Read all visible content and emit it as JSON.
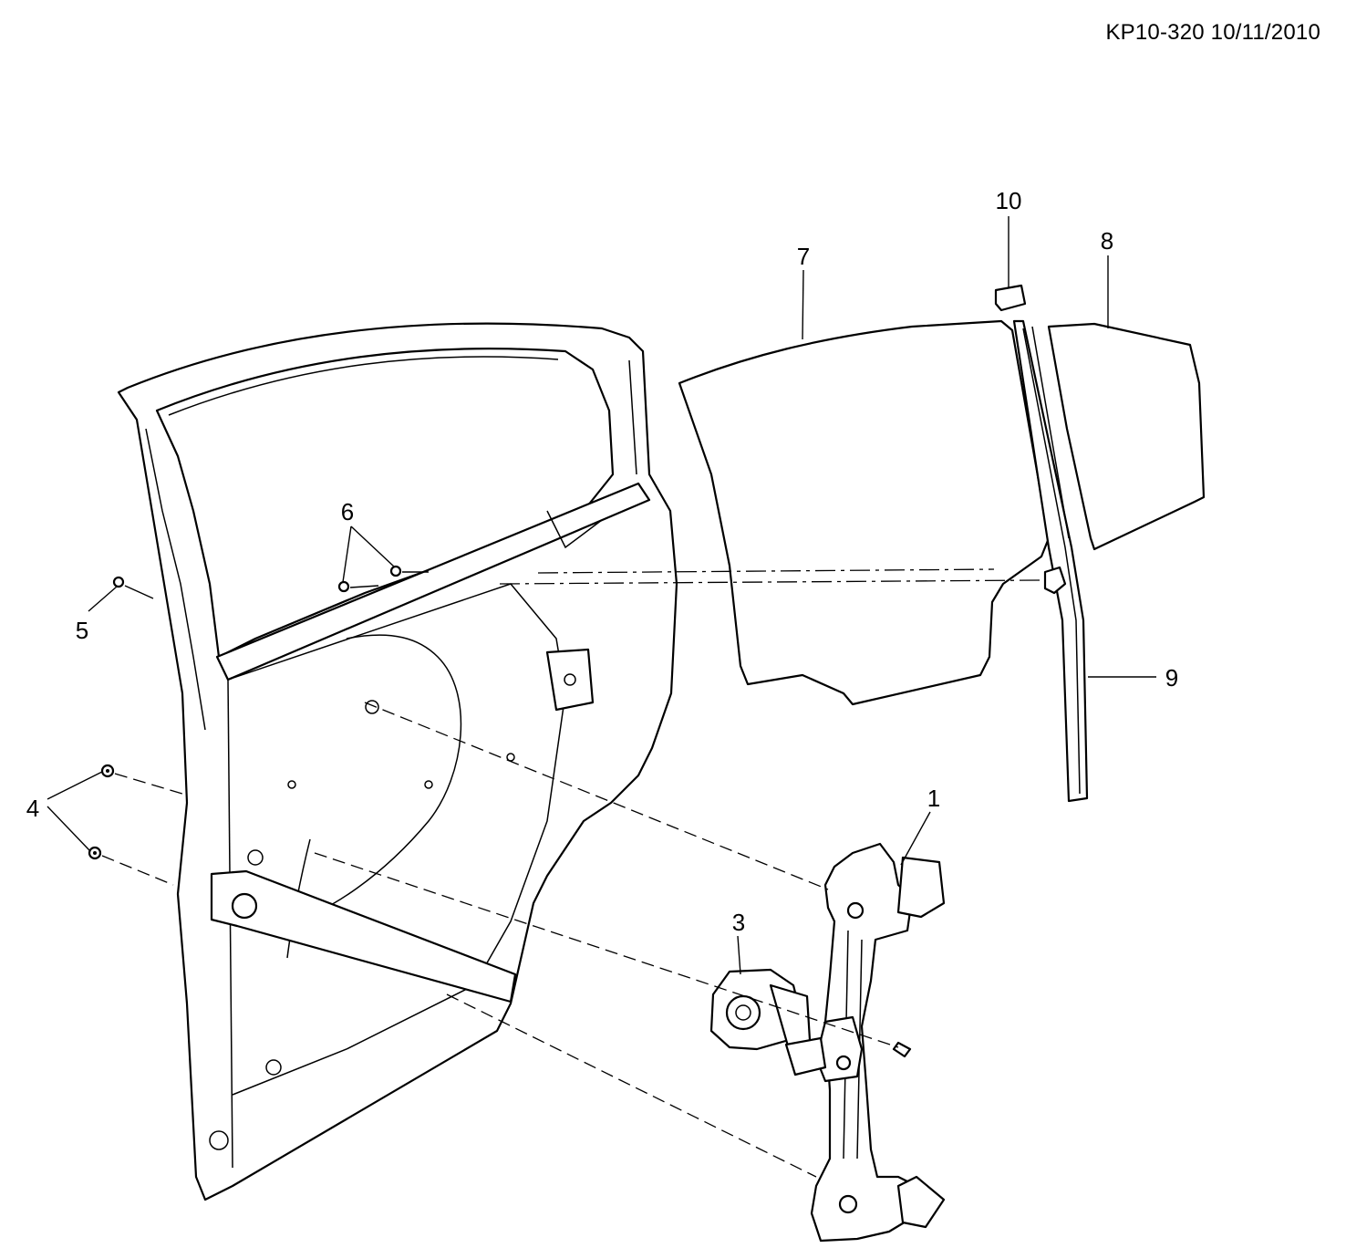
{
  "document": {
    "id": "KP10-320 10/11/2010"
  },
  "callouts": [
    {
      "number": "1"
    },
    {
      "number": "3"
    },
    {
      "number": "4"
    },
    {
      "number": "5"
    },
    {
      "number": "6"
    },
    {
      "number": "7"
    },
    {
      "number": "8"
    },
    {
      "number": "9"
    },
    {
      "number": "10"
    }
  ]
}
